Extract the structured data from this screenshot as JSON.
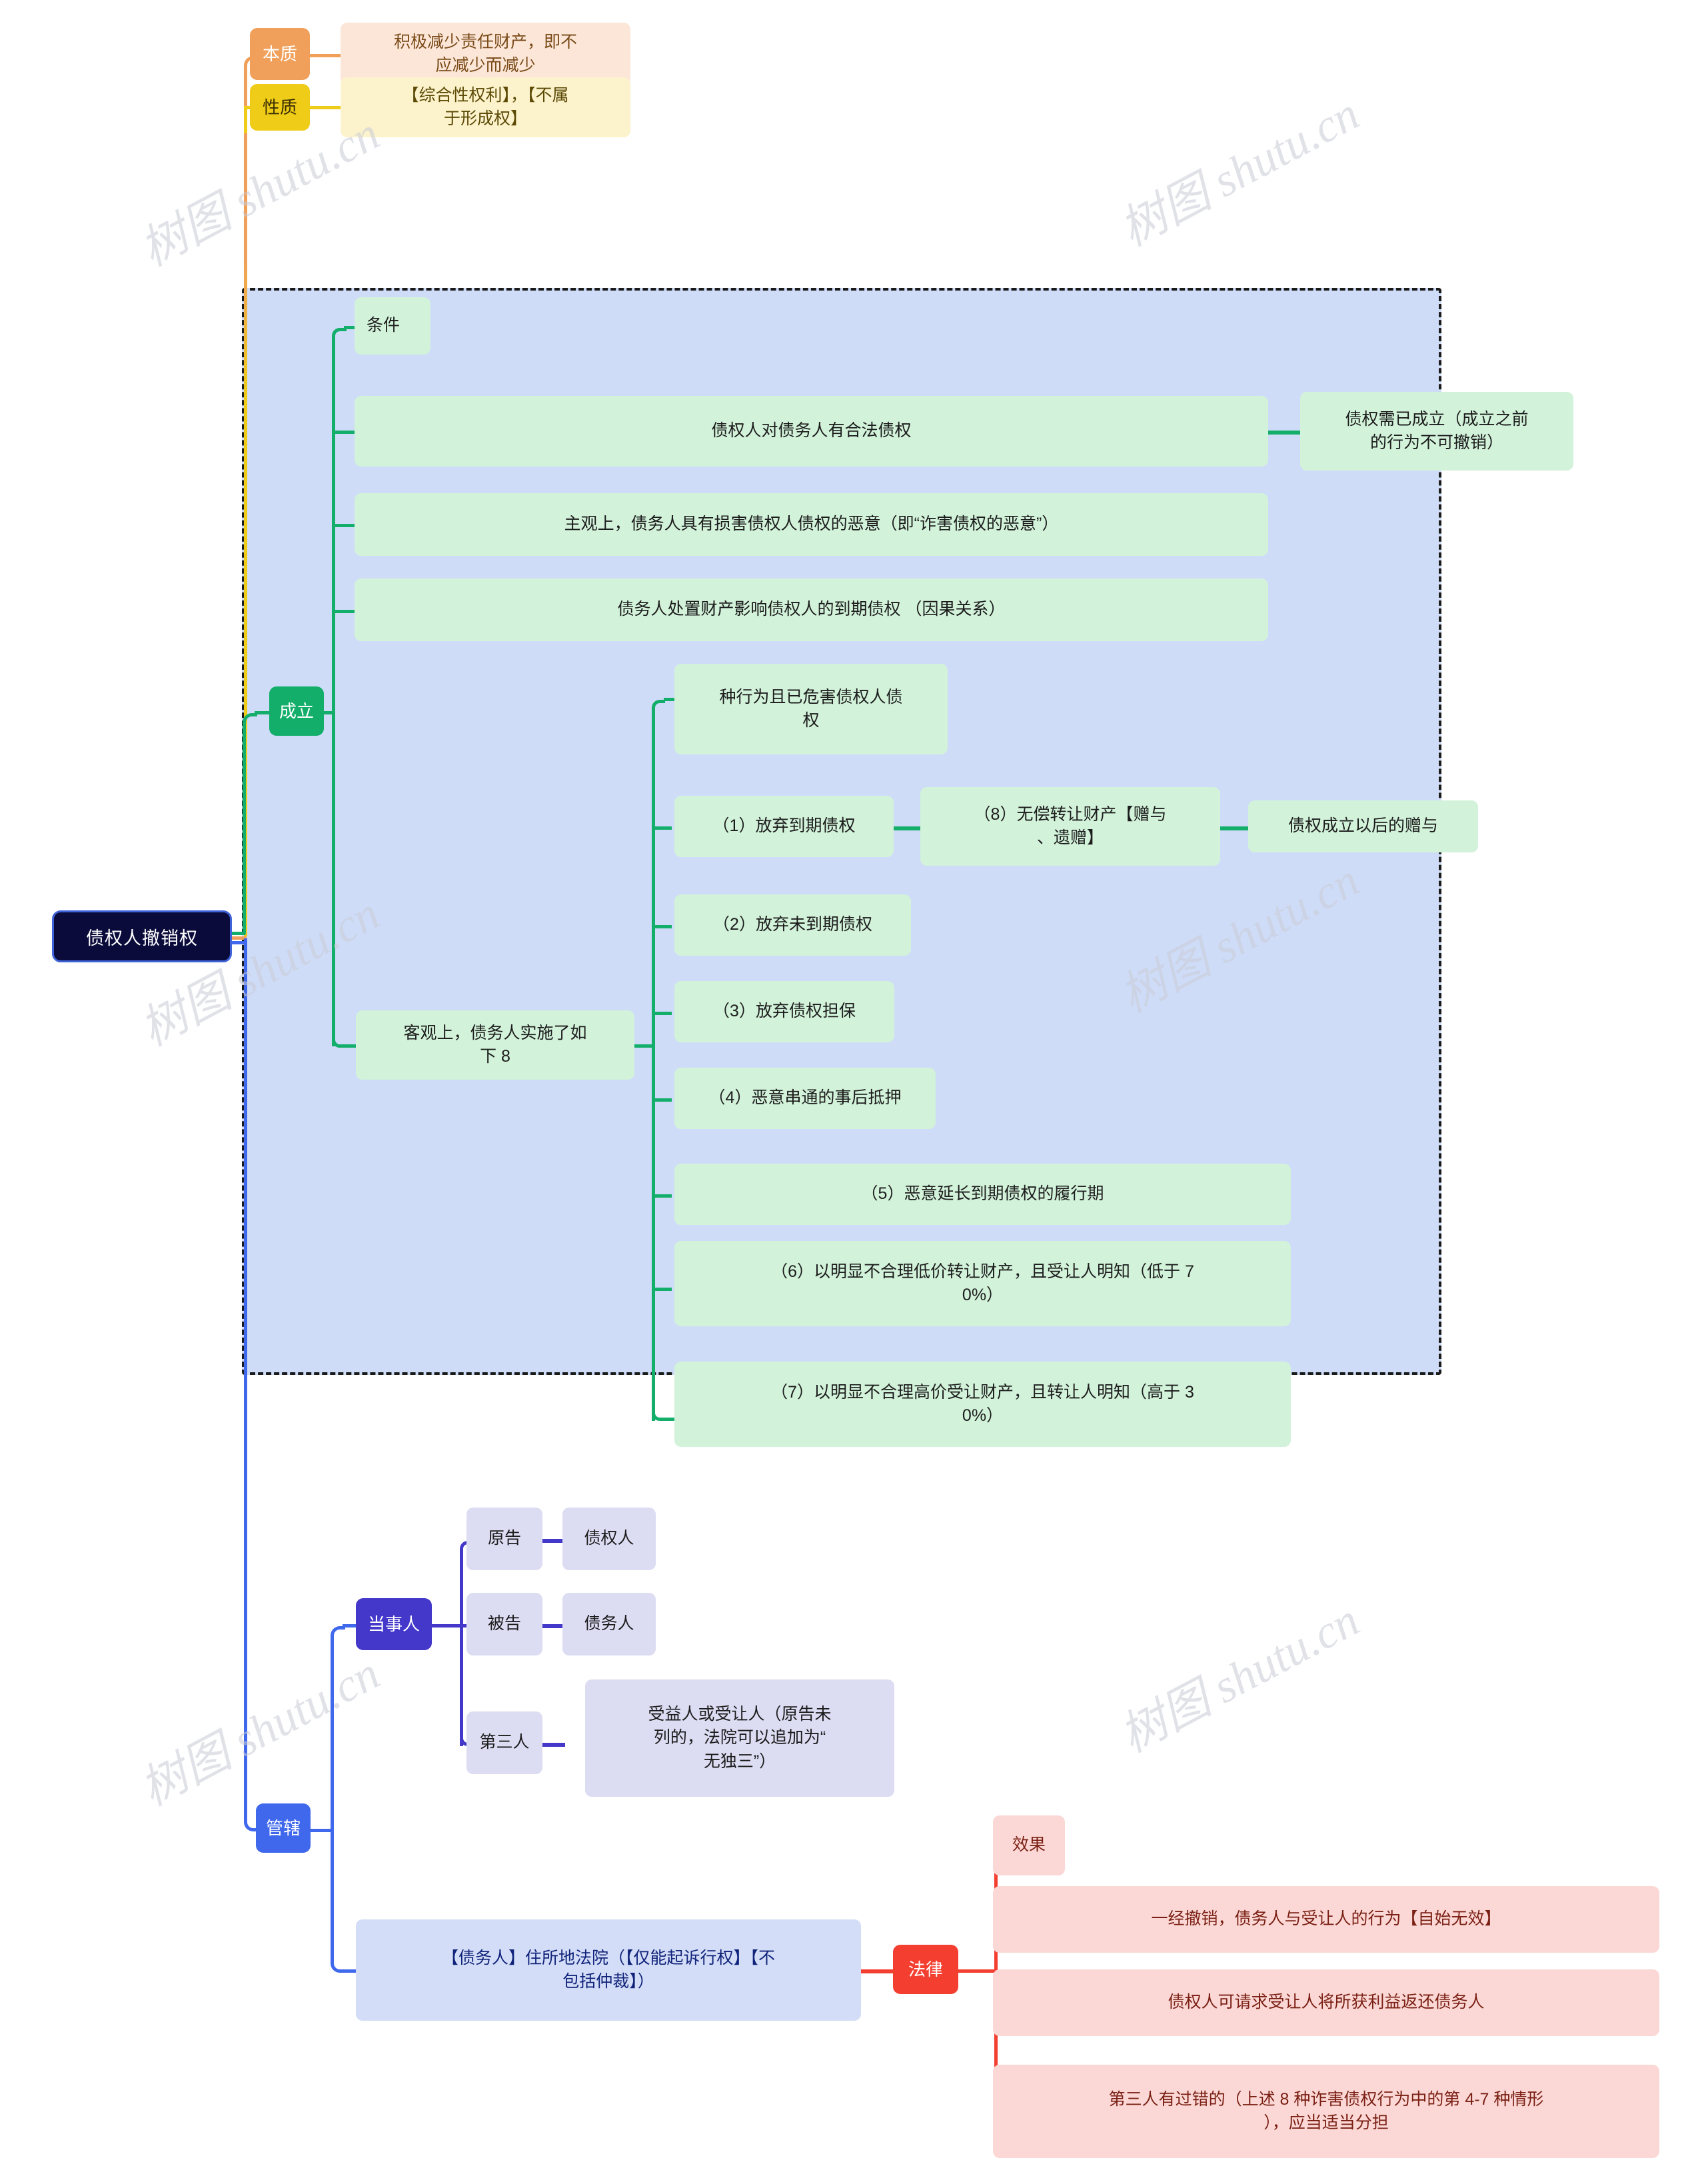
{
  "meta": {
    "watermark_text_cn": "树图 shutu.cn",
    "canvas_bg": "#ffffff",
    "region_fill": "#cfdcf8",
    "region_border": "#1a1a1a"
  },
  "colors": {
    "root_fill": "#0a0b3a",
    "root_border": "#3f63d8",
    "root_text": "#ffffff",
    "orange": "#f0a05a",
    "orange_light": "#fbe6d7",
    "orange_text": "#7a4a18",
    "yellow": "#efcc17",
    "yellow_light": "#fcf3cd",
    "yellow_text": "#5c4a05",
    "green": "#12ae6a",
    "green_light": "#d2f2da",
    "green_text": "#1c1c1c",
    "purple": "#4338ca",
    "purple_light": "#dcdcf3",
    "purple_text": "#1c1c1c",
    "blue": "#4068ec",
    "blue_light": "#d4ddf7",
    "blue_text": "#10237a",
    "red": "#f43f30",
    "red_light": "#fbd8d5",
    "red_text": "#7a1f14"
  },
  "root": {
    "label": "债权人撤销权"
  },
  "branches": [
    {
      "id": "benzhi",
      "label": "本质",
      "accent": "orange",
      "children": [
        {
          "label": "积极减少责任财产，即不\n应减少而减少"
        }
      ]
    },
    {
      "id": "xingzhi",
      "label": "性质",
      "accent": "yellow",
      "children": [
        {
          "label": "【综合性权利】，【不属\n于形成权】"
        }
      ]
    },
    {
      "id": "chengli",
      "label": "成立",
      "accent": "green",
      "children": [
        {
          "label": "条件"
        },
        {
          "label": "债权人对债务人有合法债权",
          "children": [
            {
              "label": "债权需已成立（成立之前\n的行为不可撤销）"
            }
          ]
        },
        {
          "label": "主观上，债务人具有损害债权人债权的恶意（即“诈害债权的恶意”）"
        },
        {
          "label": "债务人处置财产影响债权人的到期债权 （因果关系）"
        },
        {
          "label": "客观上，债务人实施了如\n下 8",
          "children": [
            {
              "label": "种行为且已危害债权人债\n权"
            },
            {
              "label": "（1）放弃到期债权",
              "children": [
                {
                  "label": "（8）无偿转让财产【赠与\n、遗赠】",
                  "children": [
                    {
                      "label": "债权成立以后的赠与"
                    }
                  ]
                }
              ]
            },
            {
              "label": "（2）放弃未到期债权"
            },
            {
              "label": "（3）放弃债权担保"
            },
            {
              "label": "（4）恶意串通的事后抵押"
            },
            {
              "label": "（5）恶意延长到期债权的履行期"
            },
            {
              "label": "（6）以明显不合理低价转让财产，且受让人明知（低于 7\n0%）"
            },
            {
              "label": "（7）以明显不合理高价受让财产，且转让人明知（高于 3\n0%）"
            }
          ]
        }
      ]
    },
    {
      "id": "guanxia",
      "label": "管辖",
      "accent": "blue",
      "children": [
        {
          "label": "当事人",
          "accent": "purple",
          "children": [
            {
              "label": "原告",
              "children": [
                {
                  "label": "债权人"
                }
              ]
            },
            {
              "label": "被告",
              "children": [
                {
                  "label": "债务人"
                }
              ]
            },
            {
              "label": "第三人",
              "children": [
                {
                  "label": "受益人或受让人（原告未\n列的，法院可以追加为“\n无独三”）"
                }
              ]
            }
          ]
        },
        {
          "label": "【债务人】住所地法院（【仅能起诉行权】【不\n包括仲裁】）",
          "children": [
            {
              "label": "法律",
              "accent": "red",
              "children": [
                {
                  "label": "效果"
                },
                {
                  "label": "一经撤销，债务人与受让人的行为【自始无效】"
                },
                {
                  "label": "债权人可请求受让人将所获利益返还债务人"
                },
                {
                  "label": "第三人有过错的（上述 8 种诈害债权行为中的第 4-7 种情形\n），应当适当分担"
                }
              ]
            }
          ]
        }
      ]
    }
  ]
}
